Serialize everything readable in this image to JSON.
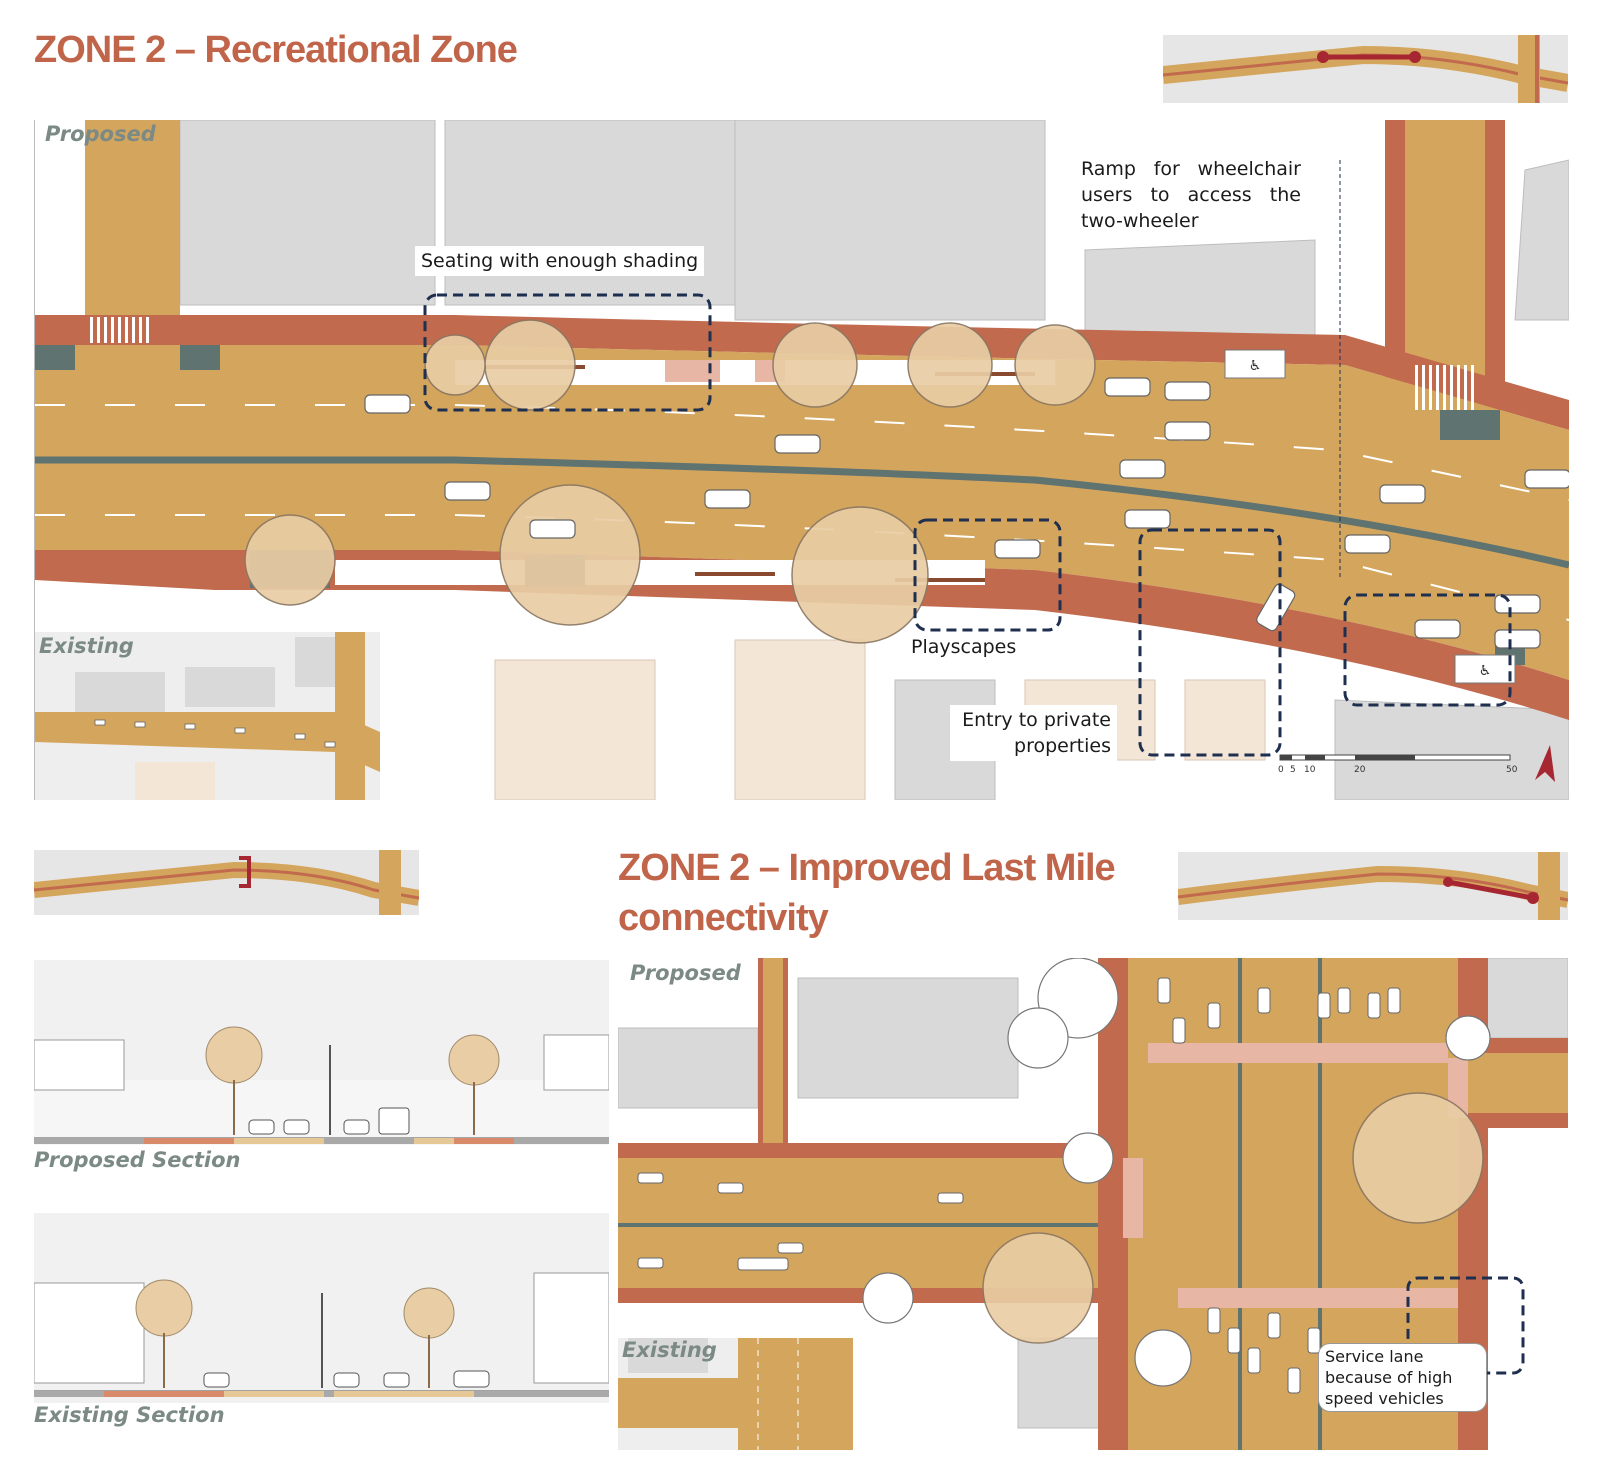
{
  "zone_top": {
    "title": "ZONE 2 – Recreational Zone",
    "proposed_tag": "Proposed",
    "existing_tag": "Existing",
    "callouts": {
      "seating": "Seating with enough shading",
      "ramp": "Ramp for wheelchair users to access the two-wheeler",
      "playscapes": "Playscapes",
      "entry": "Entry to private properties"
    },
    "scale_bar": [
      "0",
      "5",
      "10",
      "20",
      "50"
    ]
  },
  "sections": {
    "proposed_label": "Proposed Section",
    "existing_label": "Existing Section"
  },
  "zone_bottom": {
    "title_line1": "ZONE 2 – Improved Last Mile",
    "title_line2": "connectivity",
    "proposed_tag": "Proposed",
    "existing_tag": "Existing",
    "callouts": {
      "service_lane": "Service lane because of high speed vehicles"
    }
  },
  "colors": {
    "title": "#c0654a",
    "road": "#d4a55c",
    "footpath": "#c16a4d",
    "building": "#d9d9d9",
    "green": "#5f7370",
    "marker": "#a62731"
  }
}
